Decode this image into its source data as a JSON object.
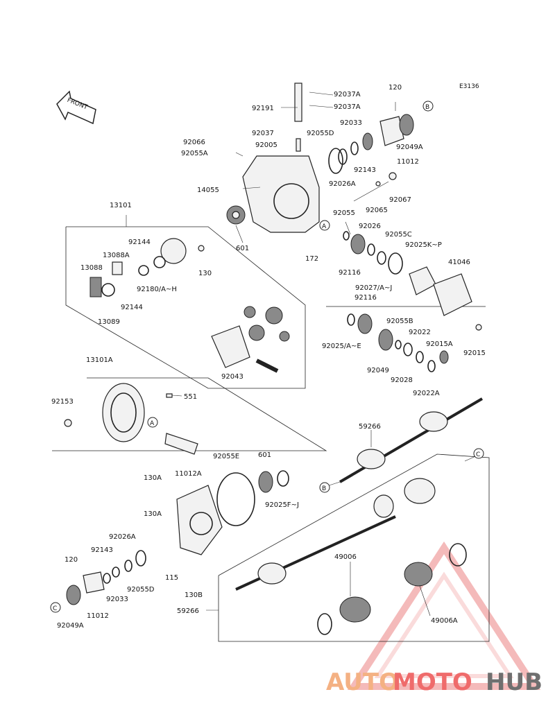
{
  "diagram": {
    "code": "E3136",
    "front": "FRONT",
    "labels": [
      "92037A",
      "92037A",
      "120",
      "92191",
      "92033",
      "92037",
      "92055D",
      "92066",
      "92005",
      "92055A",
      "92143",
      "11012",
      "92049A",
      "14055",
      "92026A",
      "92067",
      "92065",
      "13101",
      "92055",
      "601",
      "92026",
      "92055C",
      "92144",
      "13088A",
      "130",
      "172",
      "92025K~P",
      "41046",
      "13088",
      "92180/A~H",
      "92116",
      "92027/A~J",
      "92144",
      "13089",
      "92116",
      "92055B",
      "92022",
      "92025/A~E",
      "92015A",
      "92015",
      "92049",
      "92028",
      "92043",
      "92022A",
      "13101A",
      "92153",
      "551",
      "59266",
      "92055E",
      "601",
      "11012A",
      "130A",
      "92025F~J",
      "130A",
      "92026A",
      "92143",
      "120",
      "92055D",
      "115",
      "92033",
      "130B",
      "11012",
      "92049A",
      "59266",
      "49006",
      "49006A"
    ],
    "callouts": [
      "B",
      "A",
      "A",
      "B",
      "C",
      "C"
    ]
  },
  "watermark": {
    "part1": "AUTO",
    "part2": "MOTO",
    "part3": "HUB"
  }
}
